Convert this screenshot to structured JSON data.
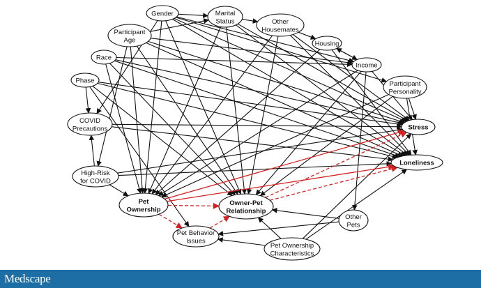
{
  "colors": {
    "causal": "#111111",
    "highlight": "#d42020",
    "footer": "#1e6ea6"
  },
  "nodes": {
    "gender": {
      "lines": [
        "Gender"
      ]
    },
    "marital": {
      "lines": [
        "Marital",
        "Status"
      ]
    },
    "other_housemates": {
      "lines": [
        "Other",
        "Housemates"
      ]
    },
    "participant_age": {
      "lines": [
        "Participant",
        "Age"
      ]
    },
    "housing": {
      "lines": [
        "Housing"
      ]
    },
    "race": {
      "lines": [
        "Race"
      ]
    },
    "income": {
      "lines": [
        "Income"
      ]
    },
    "phase": {
      "lines": [
        "Phase"
      ]
    },
    "personality": {
      "lines": [
        "Participant",
        "Personality"
      ]
    },
    "covid_precautions": {
      "lines": [
        "COVID",
        "Precautions"
      ]
    },
    "stress": {
      "lines": [
        "Stress"
      ]
    },
    "loneliness": {
      "lines": [
        "Loneliness"
      ]
    },
    "high_risk": {
      "lines": [
        "High-Risk",
        "for COVID"
      ]
    },
    "pet_ownership": {
      "lines": [
        "Pet",
        "Ownership"
      ]
    },
    "owner_pet": {
      "lines": [
        "Owner-Pet",
        "Relationship"
      ]
    },
    "other_pets": {
      "lines": [
        "Other",
        "Pets"
      ]
    },
    "pet_behavior": {
      "lines": [
        "Pet Behavior",
        "Issues"
      ]
    },
    "pet_characteristics": {
      "lines": [
        "Pet Ownership",
        "Characteristics"
      ]
    }
  },
  "edges": [
    {
      "from": "gender",
      "to": "marital",
      "style": "black"
    },
    {
      "from": "gender",
      "to": "income",
      "style": "black"
    },
    {
      "from": "gender",
      "to": "personality",
      "style": "black"
    },
    {
      "from": "gender",
      "to": "stress",
      "style": "black"
    },
    {
      "from": "gender",
      "to": "loneliness",
      "style": "black"
    },
    {
      "from": "gender",
      "to": "pet_ownership",
      "style": "black"
    },
    {
      "from": "gender",
      "to": "owner_pet",
      "style": "black"
    },
    {
      "from": "gender",
      "to": "covid_precautions",
      "style": "black"
    },
    {
      "from": "marital",
      "to": "other_housemates",
      "style": "black"
    },
    {
      "from": "marital",
      "to": "stress",
      "style": "black"
    },
    {
      "from": "marital",
      "to": "loneliness",
      "style": "black"
    },
    {
      "from": "marital",
      "to": "pet_ownership",
      "style": "black"
    },
    {
      "from": "marital",
      "to": "owner_pet",
      "style": "black"
    },
    {
      "from": "other_housemates",
      "to": "housing",
      "style": "black"
    },
    {
      "from": "other_housemates",
      "to": "stress",
      "style": "black"
    },
    {
      "from": "other_housemates",
      "to": "loneliness",
      "style": "black"
    },
    {
      "from": "other_housemates",
      "to": "pet_ownership",
      "style": "black"
    },
    {
      "from": "other_housemates",
      "to": "owner_pet",
      "style": "black"
    },
    {
      "from": "participant_age",
      "to": "marital",
      "style": "black"
    },
    {
      "from": "participant_age",
      "to": "income",
      "style": "black"
    },
    {
      "from": "participant_age",
      "to": "stress",
      "style": "black"
    },
    {
      "from": "participant_age",
      "to": "loneliness",
      "style": "black"
    },
    {
      "from": "participant_age",
      "to": "pet_ownership",
      "style": "black"
    },
    {
      "from": "participant_age",
      "to": "owner_pet",
      "style": "black"
    },
    {
      "from": "participant_age",
      "to": "high_risk",
      "style": "black"
    },
    {
      "from": "housing",
      "to": "income",
      "style": "black"
    },
    {
      "from": "housing",
      "to": "pet_ownership",
      "style": "black"
    },
    {
      "from": "housing",
      "to": "loneliness",
      "style": "black"
    },
    {
      "from": "race",
      "to": "income",
      "style": "black"
    },
    {
      "from": "race",
      "to": "stress",
      "style": "black"
    },
    {
      "from": "race",
      "to": "loneliness",
      "style": "black"
    },
    {
      "from": "race",
      "to": "pet_ownership",
      "style": "black"
    },
    {
      "from": "race",
      "to": "owner_pet",
      "style": "black"
    },
    {
      "from": "income",
      "to": "housing",
      "style": "black"
    },
    {
      "from": "income",
      "to": "stress",
      "style": "black"
    },
    {
      "from": "income",
      "to": "pet_ownership",
      "style": "black"
    },
    {
      "from": "income",
      "to": "owner_pet",
      "style": "black"
    },
    {
      "from": "income",
      "to": "other_pets",
      "style": "black"
    },
    {
      "from": "phase",
      "to": "covid_precautions",
      "style": "black"
    },
    {
      "from": "phase",
      "to": "stress",
      "style": "black"
    },
    {
      "from": "phase",
      "to": "loneliness",
      "style": "black"
    },
    {
      "from": "phase",
      "to": "owner_pet",
      "style": "black"
    },
    {
      "from": "phase",
      "to": "pet_behavior",
      "style": "black"
    },
    {
      "from": "personality",
      "to": "stress",
      "style": "black"
    },
    {
      "from": "personality",
      "to": "loneliness",
      "style": "black"
    },
    {
      "from": "personality",
      "to": "pet_ownership",
      "style": "black"
    },
    {
      "from": "personality",
      "to": "owner_pet",
      "style": "black"
    },
    {
      "from": "covid_precautions",
      "to": "stress",
      "style": "black"
    },
    {
      "from": "covid_precautions",
      "to": "loneliness",
      "style": "black"
    },
    {
      "from": "high_risk",
      "to": "covid_precautions",
      "style": "black"
    },
    {
      "from": "high_risk",
      "to": "pet_ownership",
      "style": "black"
    },
    {
      "from": "high_risk",
      "to": "stress",
      "style": "black"
    },
    {
      "from": "high_risk",
      "to": "loneliness",
      "style": "black"
    },
    {
      "from": "other_pets",
      "to": "owner_pet",
      "style": "black"
    },
    {
      "from": "other_pets",
      "to": "pet_behavior",
      "style": "black"
    },
    {
      "from": "pet_characteristics",
      "to": "owner_pet",
      "style": "black"
    },
    {
      "from": "pet_characteristics",
      "to": "pet_behavior",
      "style": "black"
    },
    {
      "from": "pet_characteristics",
      "to": "stress",
      "style": "black"
    },
    {
      "from": "pet_characteristics",
      "to": "loneliness",
      "style": "black"
    },
    {
      "from": "pet_ownership",
      "to": "stress",
      "style": "red"
    },
    {
      "from": "pet_ownership",
      "to": "loneliness",
      "style": "red"
    },
    {
      "from": "pet_ownership",
      "to": "owner_pet",
      "style": "red-dashed"
    },
    {
      "from": "pet_ownership",
      "to": "pet_behavior",
      "style": "red-dashed"
    },
    {
      "from": "pet_behavior",
      "to": "owner_pet",
      "style": "red-dashed"
    },
    {
      "from": "owner_pet",
      "to": "stress",
      "style": "red-dashed"
    },
    {
      "from": "owner_pet",
      "to": "loneliness",
      "style": "red-dashed"
    }
  ],
  "footer": {
    "brand": "Medscape"
  }
}
